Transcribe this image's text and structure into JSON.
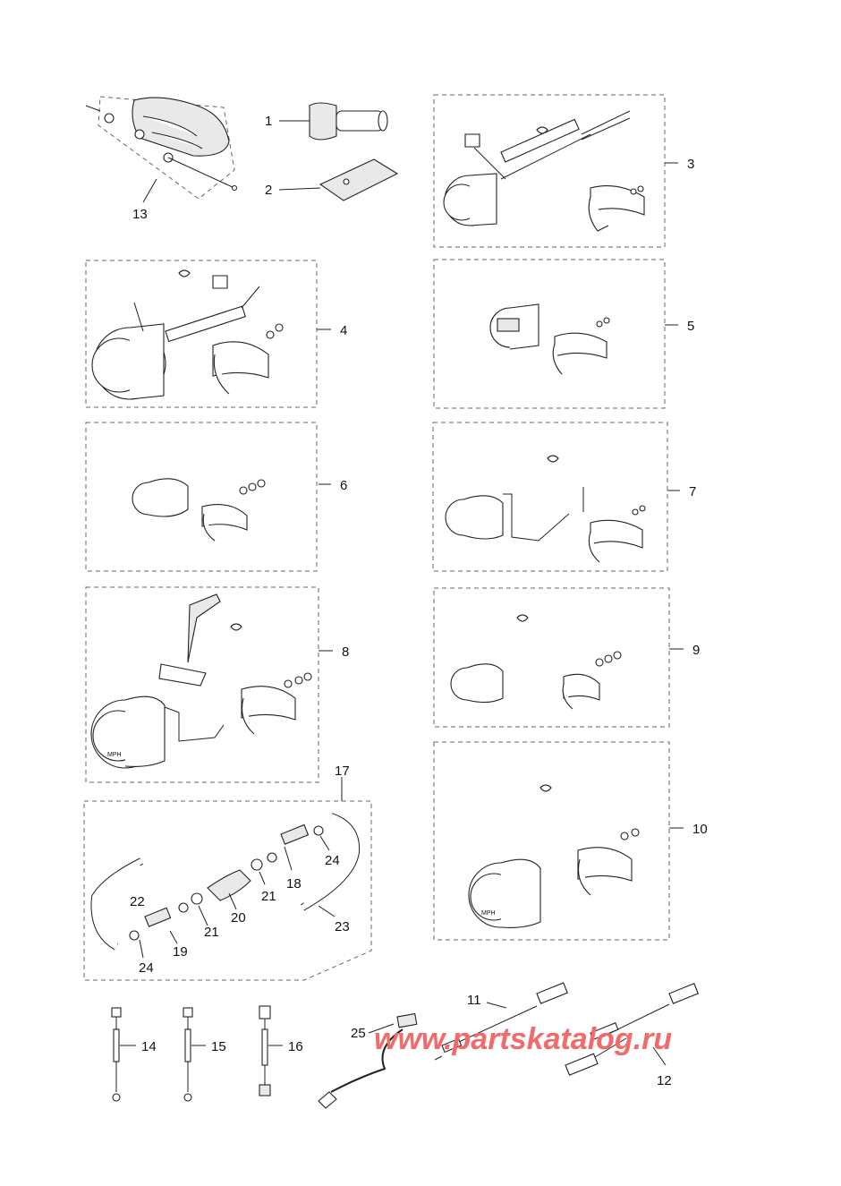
{
  "callouts": {
    "n1": "1",
    "n2": "2",
    "n3": "3",
    "n4": "4",
    "n5": "5",
    "n6": "6",
    "n7": "7",
    "n8": "8",
    "n9": "9",
    "n10": "10",
    "n11": "11",
    "n12": "12",
    "n13": "13",
    "n14": "14",
    "n15": "15",
    "n16": "16",
    "n17": "17",
    "n18": "18",
    "n19": "19",
    "n20": "20",
    "n21a": "21",
    "n21b": "21",
    "n22": "22",
    "n23": "23",
    "n24a": "24",
    "n24b": "24",
    "n25": "25"
  },
  "gauge_labels": {
    "mph_8": "MPH",
    "mph_10": "MPH"
  },
  "watermark": "www.partskatalog.ru"
}
